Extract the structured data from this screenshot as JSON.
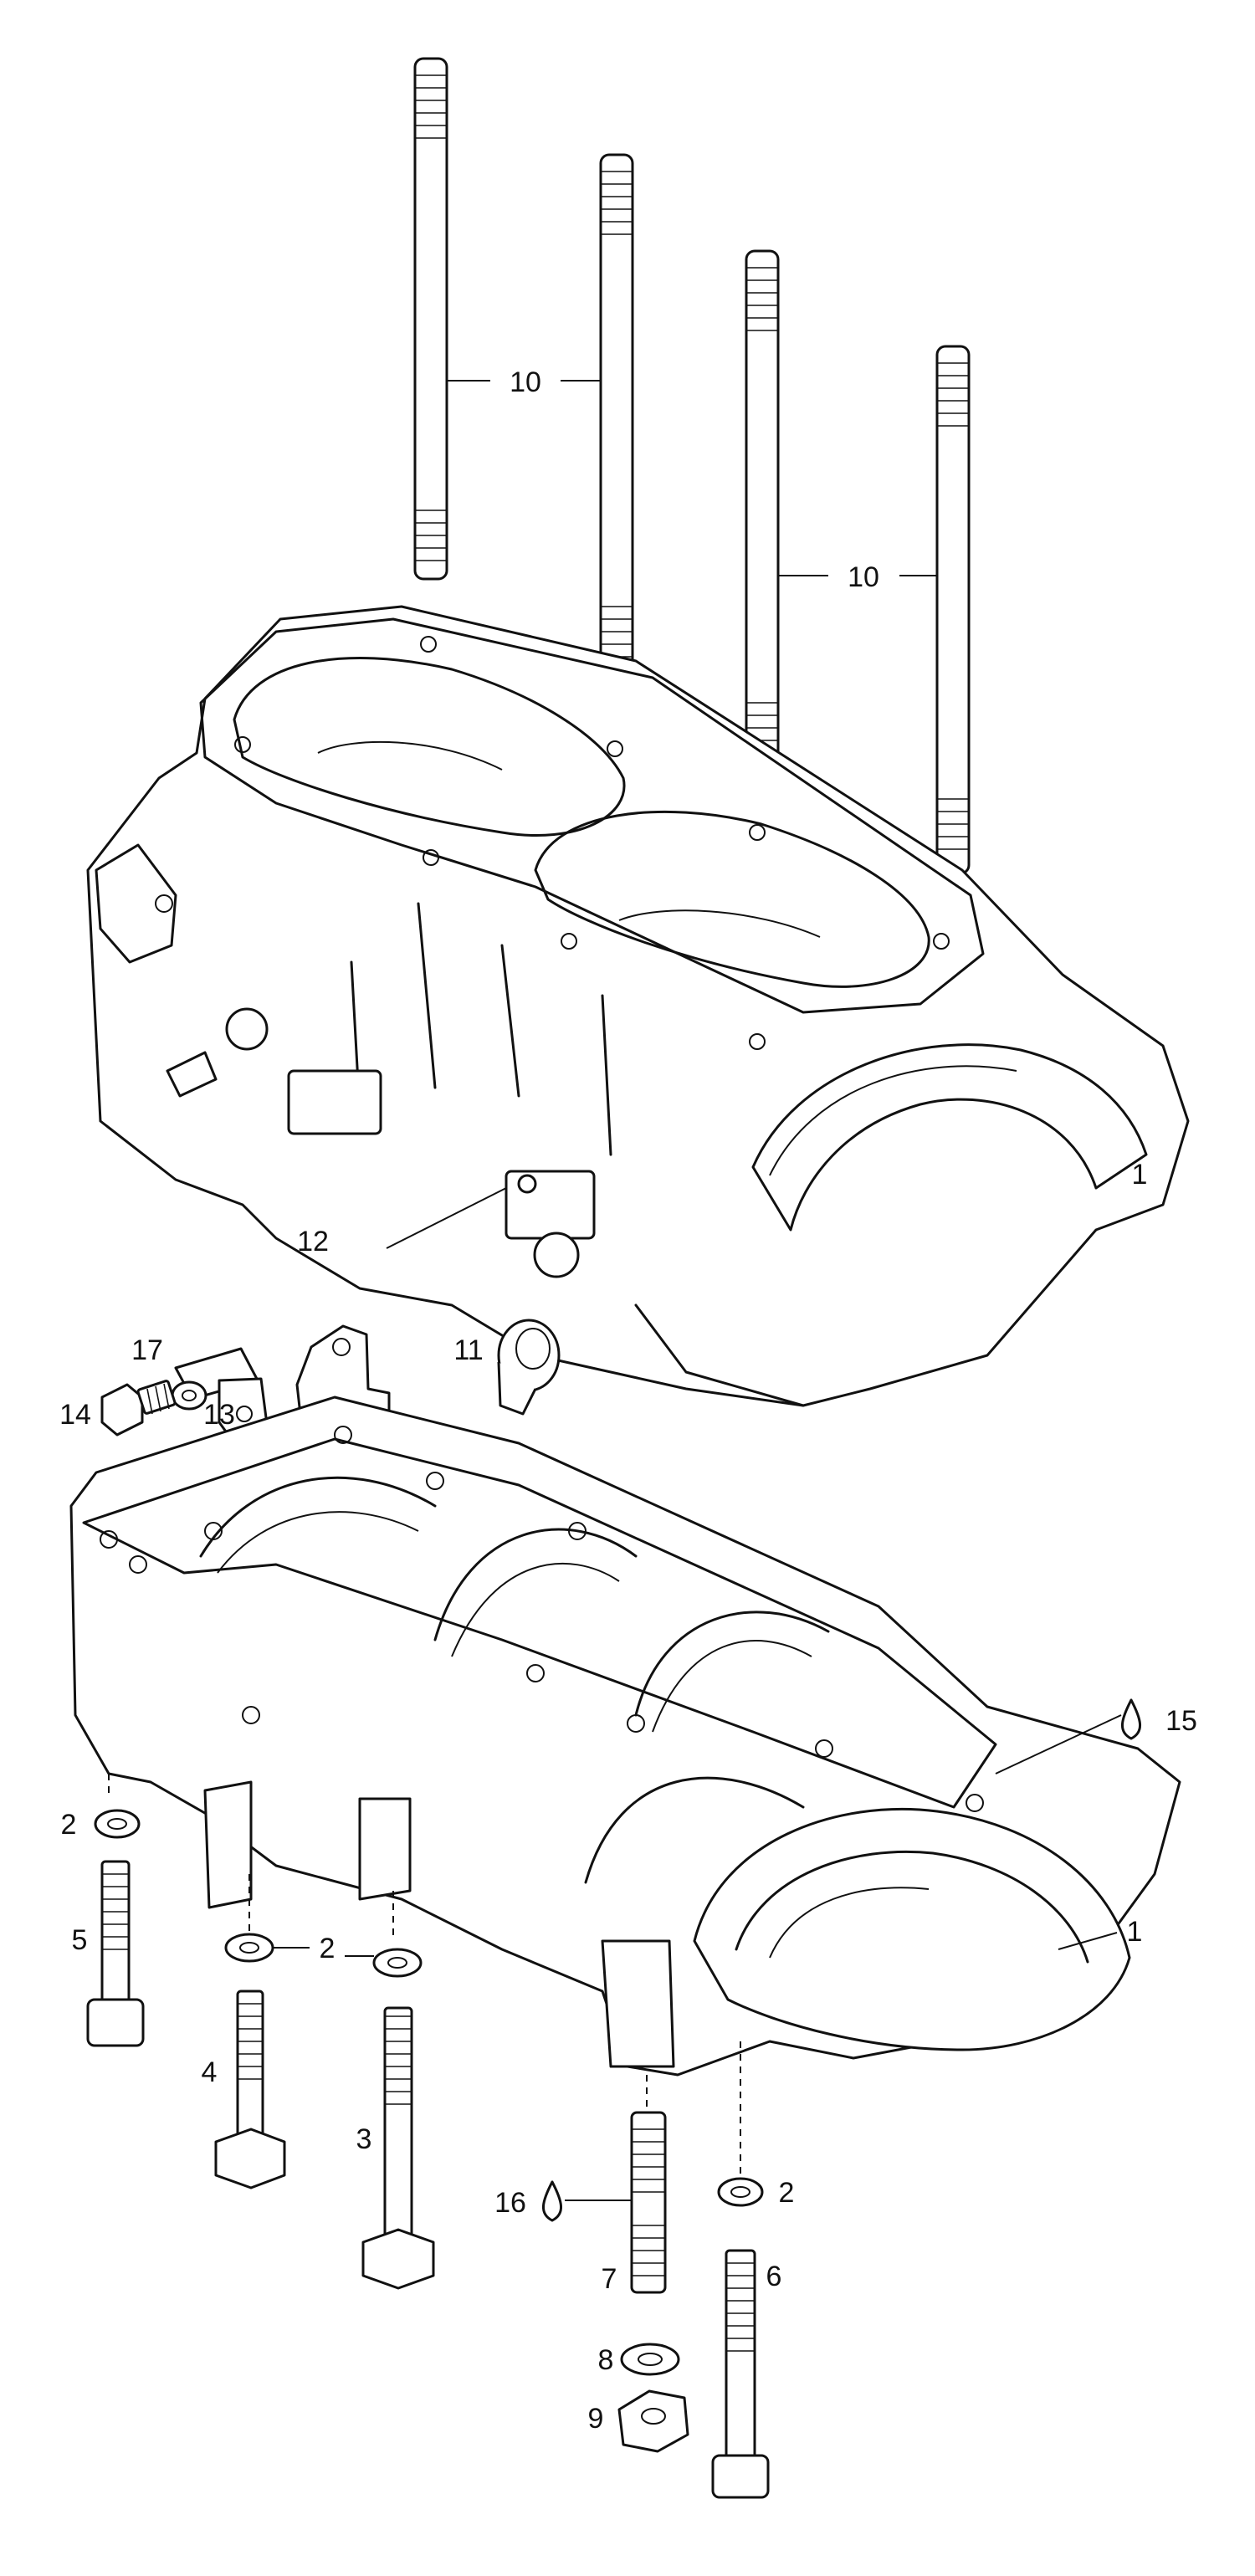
{
  "callouts": {
    "c1_upper": "1",
    "c1_lower": "1",
    "c2_left": "2",
    "c2_mid": "2",
    "c2_right": "2",
    "c3": "3",
    "c4": "4",
    "c5": "5",
    "c6": "6",
    "c7": "7",
    "c8": "8",
    "c9": "9",
    "c10_left": "10",
    "c10_right": "10",
    "c11": "11",
    "c12": "12",
    "c13": "13",
    "c14": "14",
    "c15": "15",
    "c16": "16",
    "c17": "17"
  },
  "icons": {
    "drop_a": "drop-icon",
    "drop_b": "drop-icon"
  },
  "colors": {
    "ink": "#111111",
    "paper": "#ffffff"
  }
}
